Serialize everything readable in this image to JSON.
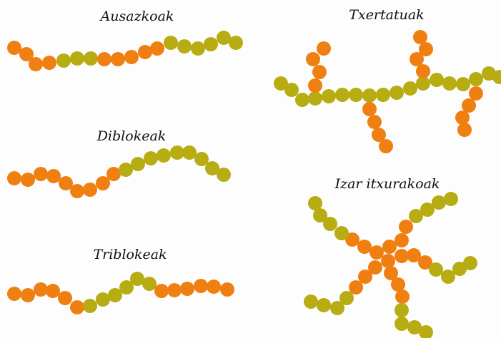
{
  "colors": {
    "orange": "#f07f12",
    "olive": "#b7ad13"
  },
  "labels": {
    "random": "Ausazkoak",
    "diblock": "Diblokeak",
    "triblock": "Triblokeak",
    "grafted": "Txertatuak",
    "star": "Izar itxurakoak"
  }
}
